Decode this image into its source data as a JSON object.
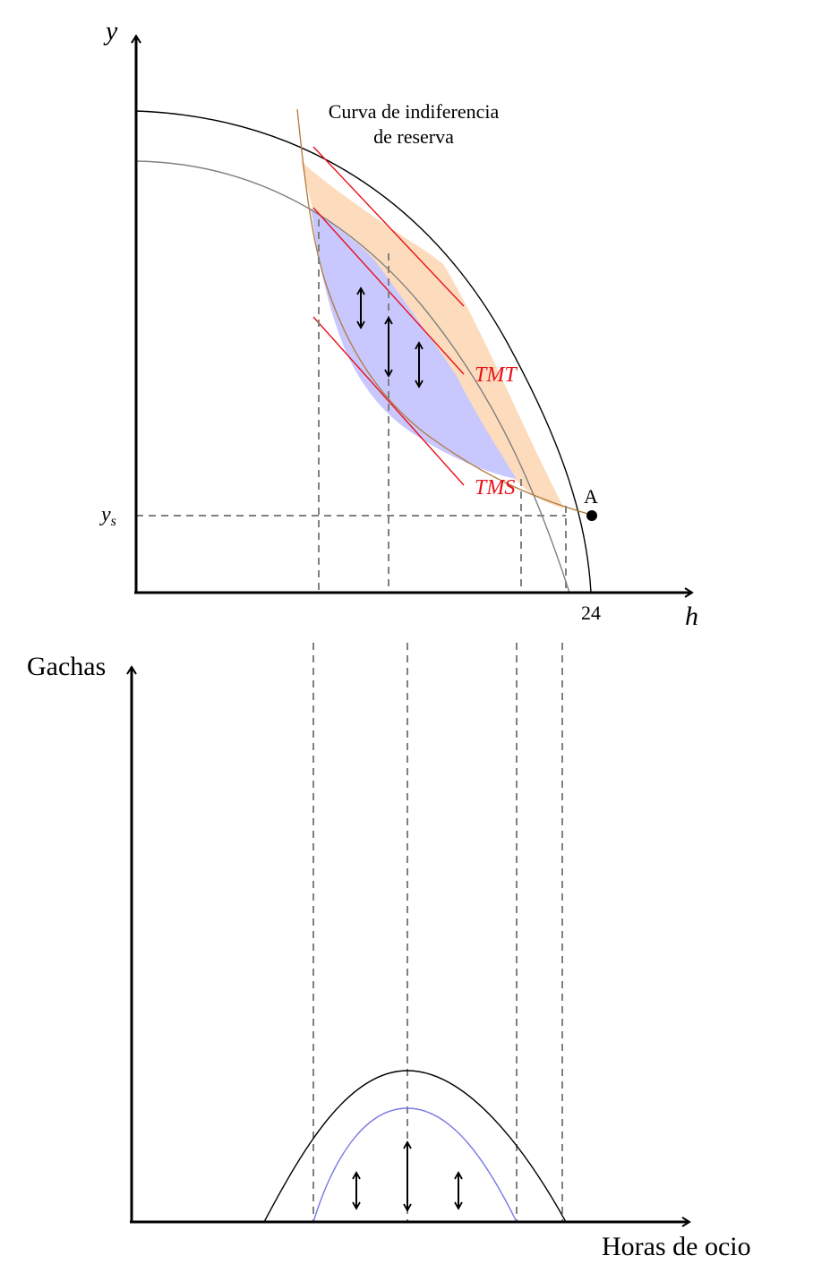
{
  "top_panel": {
    "y_axis_label": "y",
    "x_axis_label": "h",
    "ys_label": "y",
    "ys_subscript": "s",
    "tick_24": "24",
    "point_label": "A",
    "reservation_curve_label_line1": "Curva de indiferencia",
    "reservation_curve_label_line2": "de reserva",
    "tmt_label": "TMT",
    "tms_label": "TMS"
  },
  "bottom_panel": {
    "y_axis_label": "Gachas",
    "x_axis_label": "Horas de ocio"
  },
  "colors": {
    "orange_fill": "#fddcbd",
    "blue_fill": "#c8c8ff",
    "red_tangent": "#e8101a",
    "reservation_curve": "#b07a3a",
    "grey_curve": "#808080",
    "blue_curve": "#7a7ae6",
    "dashed": "#808080",
    "axis": "#000000"
  }
}
